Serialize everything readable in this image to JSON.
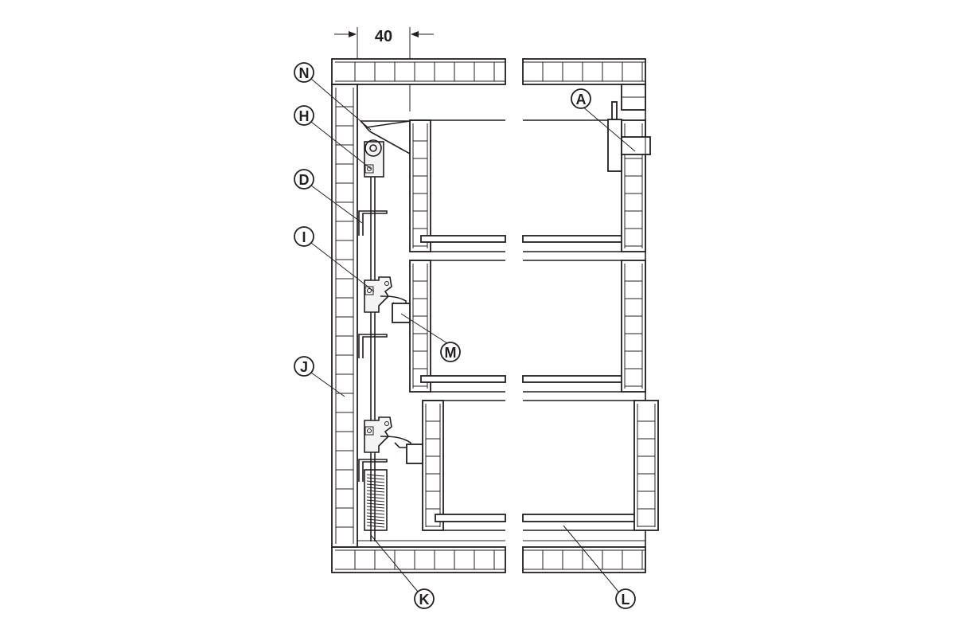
{
  "dimension": {
    "value": "40"
  },
  "labels": {
    "A": "A",
    "D": "D",
    "H": "H",
    "I": "I",
    "J": "J",
    "K": "K",
    "L": "L",
    "M": "M",
    "N": "N"
  },
  "colors": {
    "line": "#231f20",
    "background": "#ffffff"
  }
}
